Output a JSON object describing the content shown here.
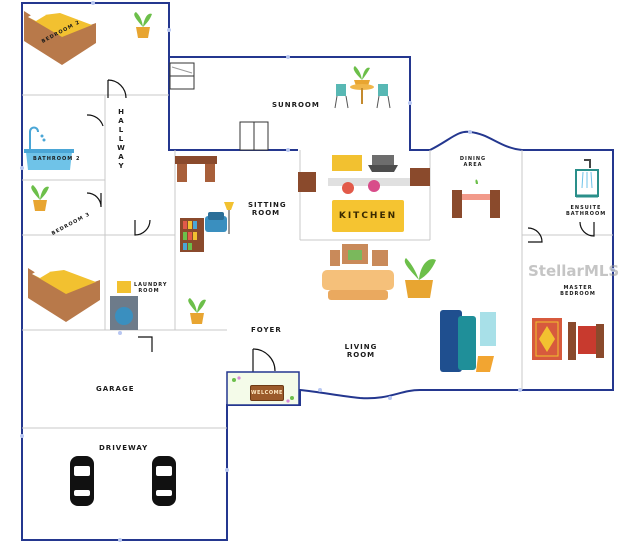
{
  "colors": {
    "wall": "#24378f",
    "dot": "#b8c7f2",
    "plant": "#6cbf4a",
    "pot": "#e8a531",
    "bed_frame": "#b8794a",
    "bed_cover": "#f2c130",
    "sofa": "#f5c07a",
    "teal": "#1f8f99",
    "rug_red": "#d75a3d"
  },
  "rooms": {
    "bedroom2": "BEDROOM 2",
    "hallway": "HALLWAY",
    "bathroom2": "BATHROOM 2",
    "bedroom3": "BEDROOM 3",
    "sunroom": "SUNROOM",
    "sitting_room": "SITTING ROOM",
    "kitchen": "KITCHEN",
    "dining_area": "DINING AREA",
    "ensuite_bathroom": "ENSUITE BATHROOM",
    "laundry_room": "LAUNDRY ROOM",
    "master_bedroom": "MASTER BEDROOM",
    "foyer": "FOYER",
    "living_room": "LIVING ROOM",
    "garage": "GARAGE",
    "driveway": "DRIVEWAY"
  },
  "welcome_mat": "WELCOME",
  "watermark": "StellarMLS",
  "icons": [
    "bed-icon",
    "plant-icon",
    "bathtub-icon",
    "washer-icon",
    "cabinet-icon",
    "patio-table-icon",
    "desk-icon",
    "armchair-icon",
    "lamp-icon",
    "bookshelf-icon",
    "stove-icon",
    "dining-table-icon",
    "shower-icon",
    "sofa-icon",
    "teal-sofa-icon",
    "rug-icon",
    "car-icon",
    "door-swing-icon"
  ]
}
